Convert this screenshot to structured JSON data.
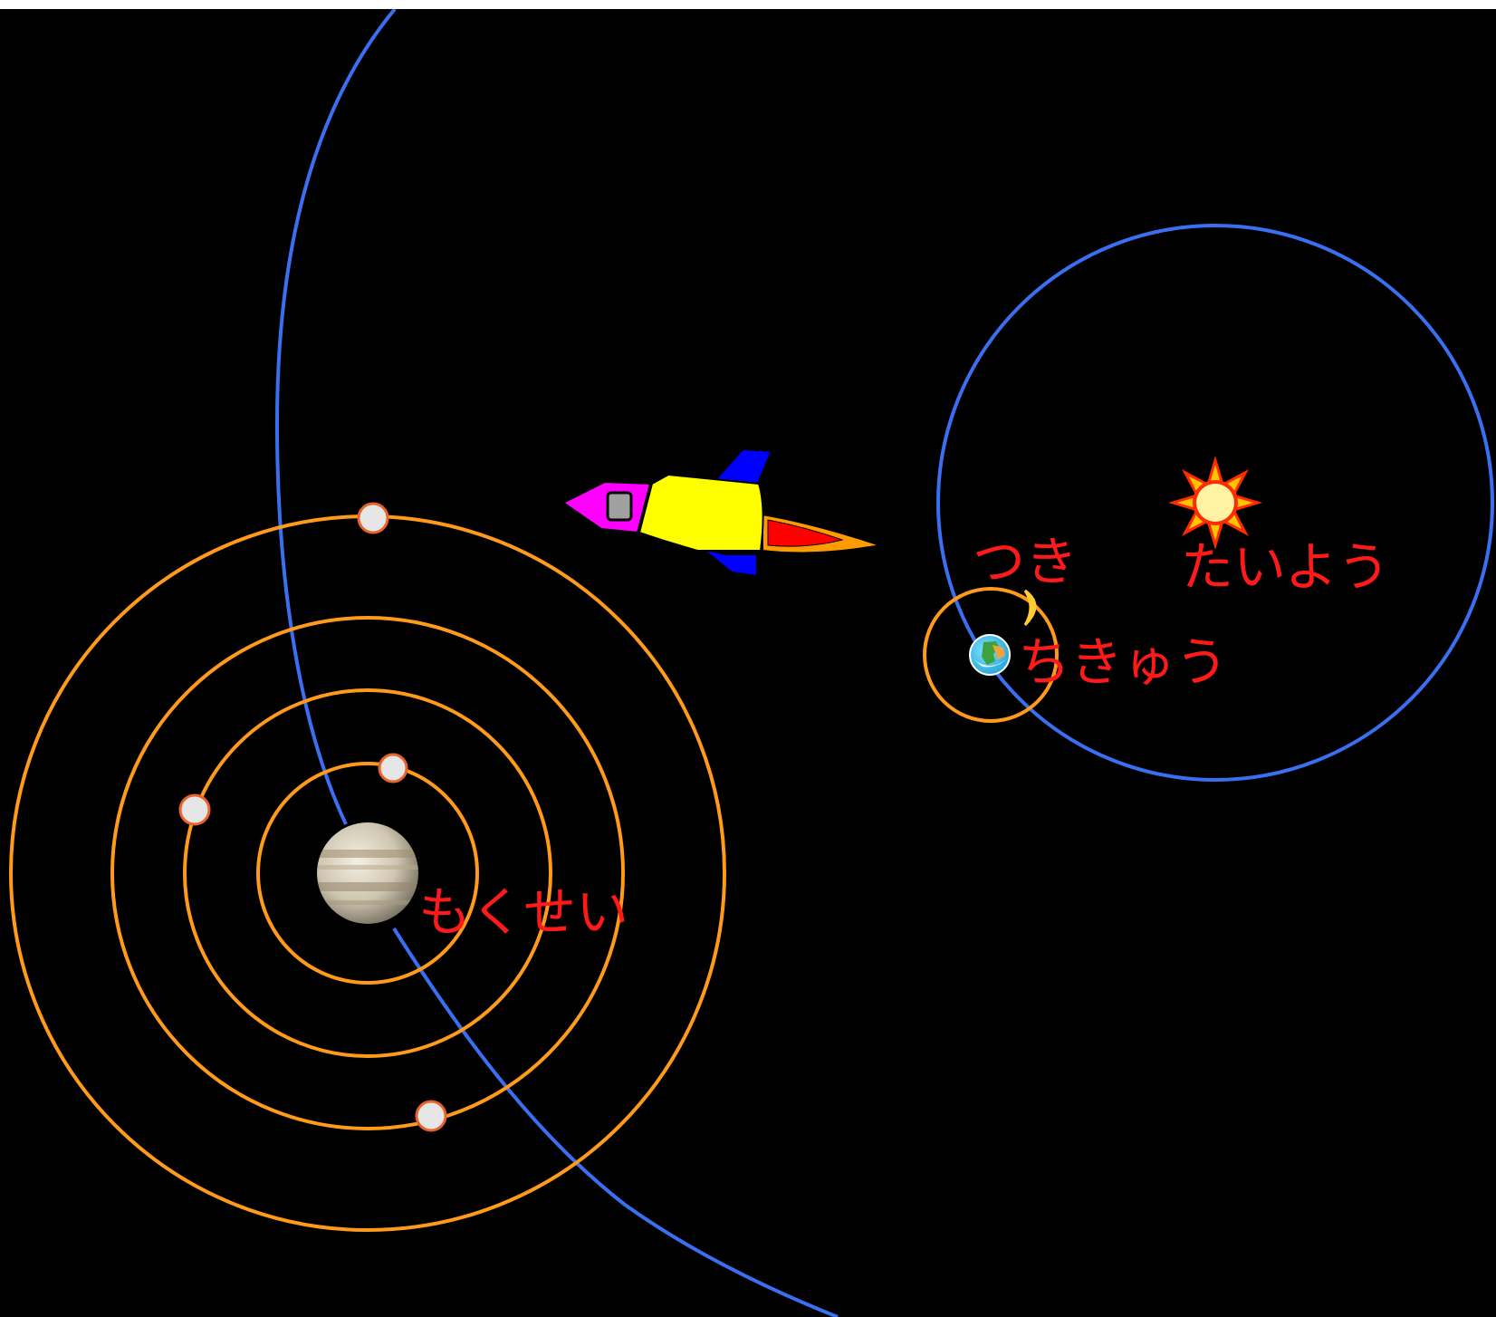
{
  "labels": {
    "jupiter": "もくせい",
    "moon": "つき",
    "sun": "たいよう",
    "earth": "ちきゅう"
  },
  "colors": {
    "background": "#000000",
    "trajectory": "#3b6ff2",
    "orbit": "#ff9a1a",
    "label": "#ff1a1a",
    "moon_dot_fill": "#e6e6e6",
    "moon_dot_stroke": "#e8622a",
    "sun_ray": "#ff2a00",
    "sun_core": "#fff2a0",
    "rocket_nose": "#ff00ff",
    "rocket_body": "#ffff00",
    "rocket_fins": "#0000ff",
    "rocket_flame_outer": "#ff9a00",
    "rocket_flame_inner": "#ff0000",
    "rocket_window": "#a0a0a0"
  },
  "icons": {
    "rocket": "rocket-icon",
    "sun": "sun-icon",
    "earth": "earth-icon",
    "moon": "crescent-moon-icon",
    "jupiter": "jupiter-icon"
  }
}
